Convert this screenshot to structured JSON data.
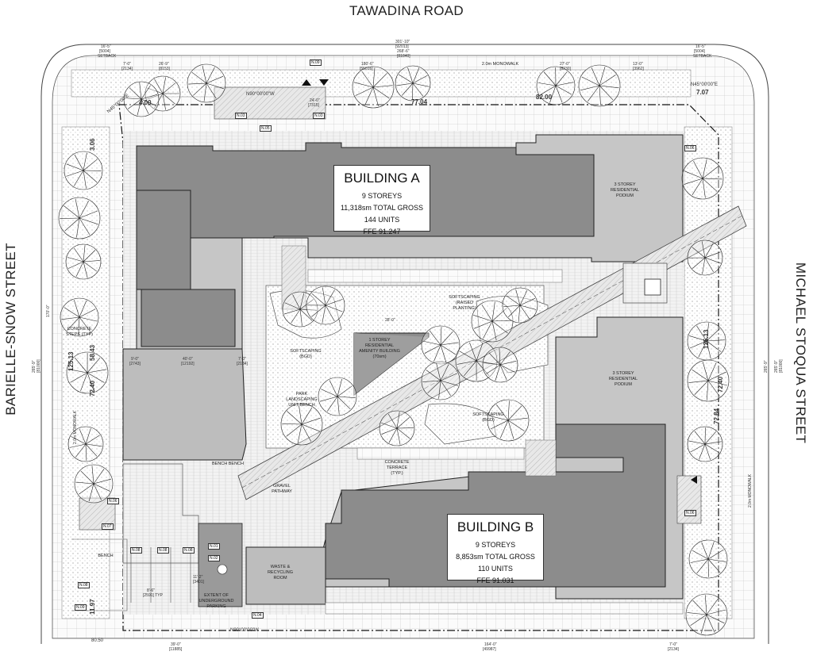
{
  "streets": {
    "north": "TAWADINA ROAD",
    "west": "BARIELLE-SNOW STREET",
    "east": "MICHAEL STOQUA STREET"
  },
  "building_a": {
    "name": "BUILDING A",
    "storeys": "9 STOREYS",
    "gross": "11,318sm TOTAL GROSS",
    "units": "144 UNITS",
    "ffe": "FFE 91.247"
  },
  "building_b": {
    "name": "BUILDING B",
    "storeys": "9 STOREYS",
    "gross": "8,853sm TOTAL GROSS",
    "units": "110 UNITS",
    "ffe": "FFE 91.031"
  },
  "labels": {
    "podium_a": "3 STOREY\nRESIDENTIAL\nPODIUM",
    "podium_b": "3 STOREY\nRESIDENTIAL\nPODIUM",
    "amenity": "1 STOREY\nRESIDENTIAL\nAMENITY BUILDING\n(70sm)",
    "soft_west": "SOFTSCAPING\n(BGD)",
    "soft_raised": "SOFTSCAPING\n(RAISED\nPLANTING)",
    "soft_south": "SOFTSCAPING\n(BGD)",
    "landscaping_unit": "PARK\nLANDSCAPING\nUNIT BENCH",
    "concrete_terrace": "CONCRETE\nTERRACE\n(TYP.)",
    "gravel": "GRAVEL\nPATHWAY",
    "bench": "BENCH",
    "bench_bench": "BENCH BENCH",
    "waste": "WASTE &\nRECYCLING\nROOM",
    "underground": "EXTENT OF\nUNDERGROUND\nPARKING",
    "concrete_steps": "CONCRETE\nSTEPS (TYP)",
    "monowalk_n": "2.0m MONOWALK",
    "monowalk_w": "2.0m MONOWALK",
    "monowalk_e": "2.0m MONOWALK"
  },
  "bearings": {
    "n_center": "N90°00'00\"W",
    "ne": "N45°00'00\"E",
    "nw": "N45°00'00\"E",
    "south": "N90°00'00\"W"
  },
  "dimensions": {
    "top_total": "301'-10\"",
    "top_total_m": "[92013]",
    "top_inner": "268'-6\"",
    "top_inner_m": "[81840]",
    "setback_l": "16'-5\"",
    "setback_l_m": "[5004]",
    "setback_r": "16'-5\"",
    "setback_r_m": "[5004]",
    "setback_word": "SETBACK",
    "n_7_0": "7'-0\"",
    "n_7_0_m": "[2134]",
    "n_26": "26'-9\"",
    "n_26_m": "[8153]",
    "n_180": "180'-6\"",
    "n_180_m": "[55016]",
    "n_27": "27'-0\"",
    "n_27_m": "[8230]",
    "n_13": "13'-0\"",
    "n_13_m": "[3962]",
    "n_24": "24'-0\"",
    "n_24_m": "[7315]",
    "w_9": "9'-0\"",
    "w_9_m": "[2743]",
    "w_40": "40'-0\"",
    "w_40_m": "[12192]",
    "w_7": "7'-0\"",
    "w_7_m": "[2134]",
    "amen_w": "28'-0\"",
    "s_39": "39'-0\"",
    "s_39_m": "[11885]",
    "s_164": "164'-0\"",
    "s_164_m": "[49987]",
    "s_7": "7'-0\"",
    "s_7_m": "[2134]",
    "left_total": "265'-9\"",
    "left_total_m": "[81000]",
    "right_total": "265'-9\"",
    "right_total_m": "[81000]",
    "left_170": "170'-0\"",
    "right_265": "265'-9\"",
    "park_8": "8'-6\"",
    "park_8_m": "[2591] TYP",
    "park_11": "11'-2\"",
    "park_11_m": "[3401]"
  },
  "elevations": {
    "e1": "4.00",
    "e2": "77.04",
    "e3": "82.00",
    "e4": "7.07",
    "e5": "3.06",
    "e6": "125.13",
    "e7": "58.43",
    "e8": "72.40",
    "e9": "125.13",
    "e10": "72.40",
    "e11": "72.84",
    "e12": "11.97",
    "e13": "80.50"
  },
  "note_tags": {
    "n01": "N.01",
    "n02": "N.02",
    "n03": "N.03",
    "n04": "N.04",
    "n05": "N.05",
    "n06": "N.06",
    "n07": "N.07",
    "n08": "N.08",
    "n09": "N.09"
  },
  "colors": {
    "building_dark": "#8c8c8c",
    "building_light": "#bdbdbd",
    "podium": "#c6c6c6",
    "paving": "#f4f4f4",
    "line": "#222222"
  }
}
